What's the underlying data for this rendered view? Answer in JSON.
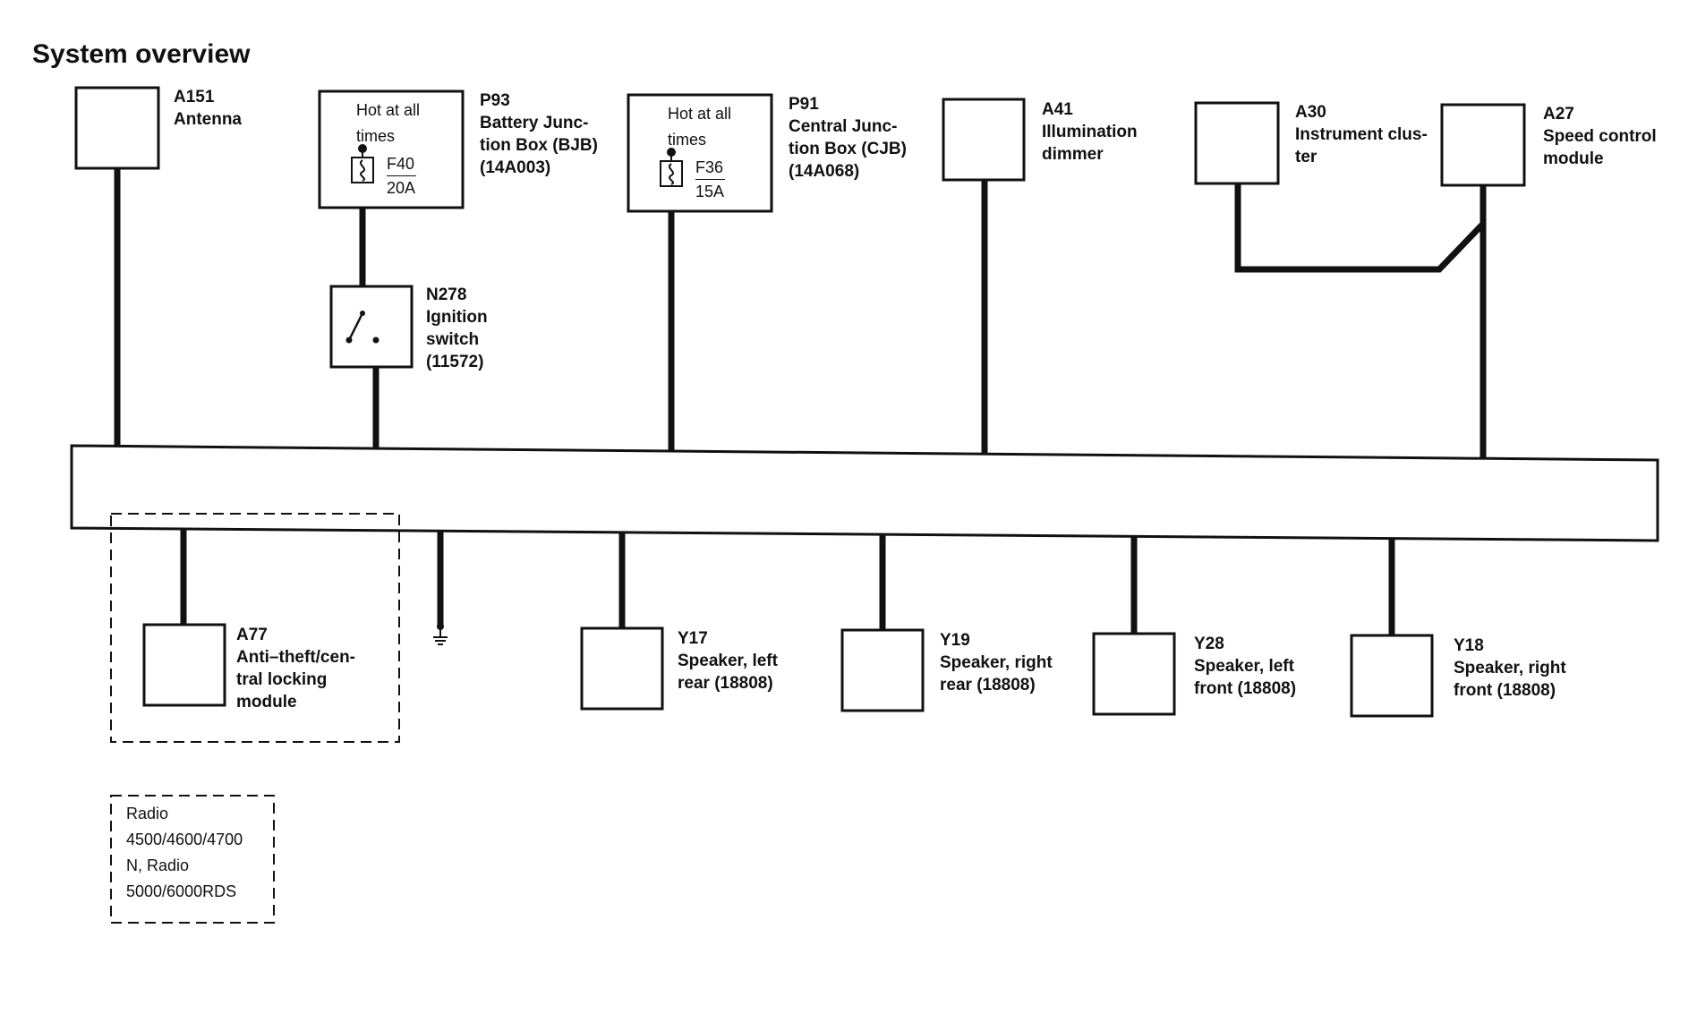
{
  "title": "System overview",
  "components": {
    "a151": {
      "code": "A151",
      "lines": [
        "Antenna"
      ]
    },
    "p93": {
      "code": "P93",
      "lines": [
        "Battery Junc-",
        "tion Box (BJB)",
        "(14A003)"
      ],
      "hot": [
        "Hot at all",
        "times"
      ],
      "fuse": "F40",
      "rating": "20A"
    },
    "p91": {
      "code": "P91",
      "lines": [
        "Central Junc-",
        "tion Box (CJB)",
        "(14A068)"
      ],
      "hot": [
        "Hot at all",
        "times"
      ],
      "fuse": "F36",
      "rating": "15A"
    },
    "a41": {
      "code": "A41",
      "lines": [
        "Illumination",
        "dimmer"
      ]
    },
    "a30": {
      "code": "A30",
      "lines": [
        "Instrument clus-",
        "ter"
      ]
    },
    "a27": {
      "code": "A27",
      "lines": [
        "Speed control",
        "module"
      ]
    },
    "n278": {
      "code": "N278",
      "lines": [
        "Ignition",
        "switch",
        "(11572)"
      ]
    },
    "a77": {
      "code": "A77",
      "lines": [
        "Anti–theft/cen-",
        "tral locking",
        "module"
      ]
    },
    "y17": {
      "code": "Y17",
      "lines": [
        "Speaker, left",
        "rear (18808)"
      ]
    },
    "y19": {
      "code": "Y19",
      "lines": [
        "Speaker, right",
        "rear (18808)"
      ]
    },
    "y28": {
      "code": "Y28",
      "lines": [
        "Speaker, left",
        "front (18808)"
      ]
    },
    "y18": {
      "code": "Y18",
      "lines": [
        "Speaker, right",
        "front (18808)"
      ]
    }
  },
  "note": [
    "Radio",
    "4500/4600/4700",
    "N, Radio",
    "5000/6000RDS"
  ]
}
